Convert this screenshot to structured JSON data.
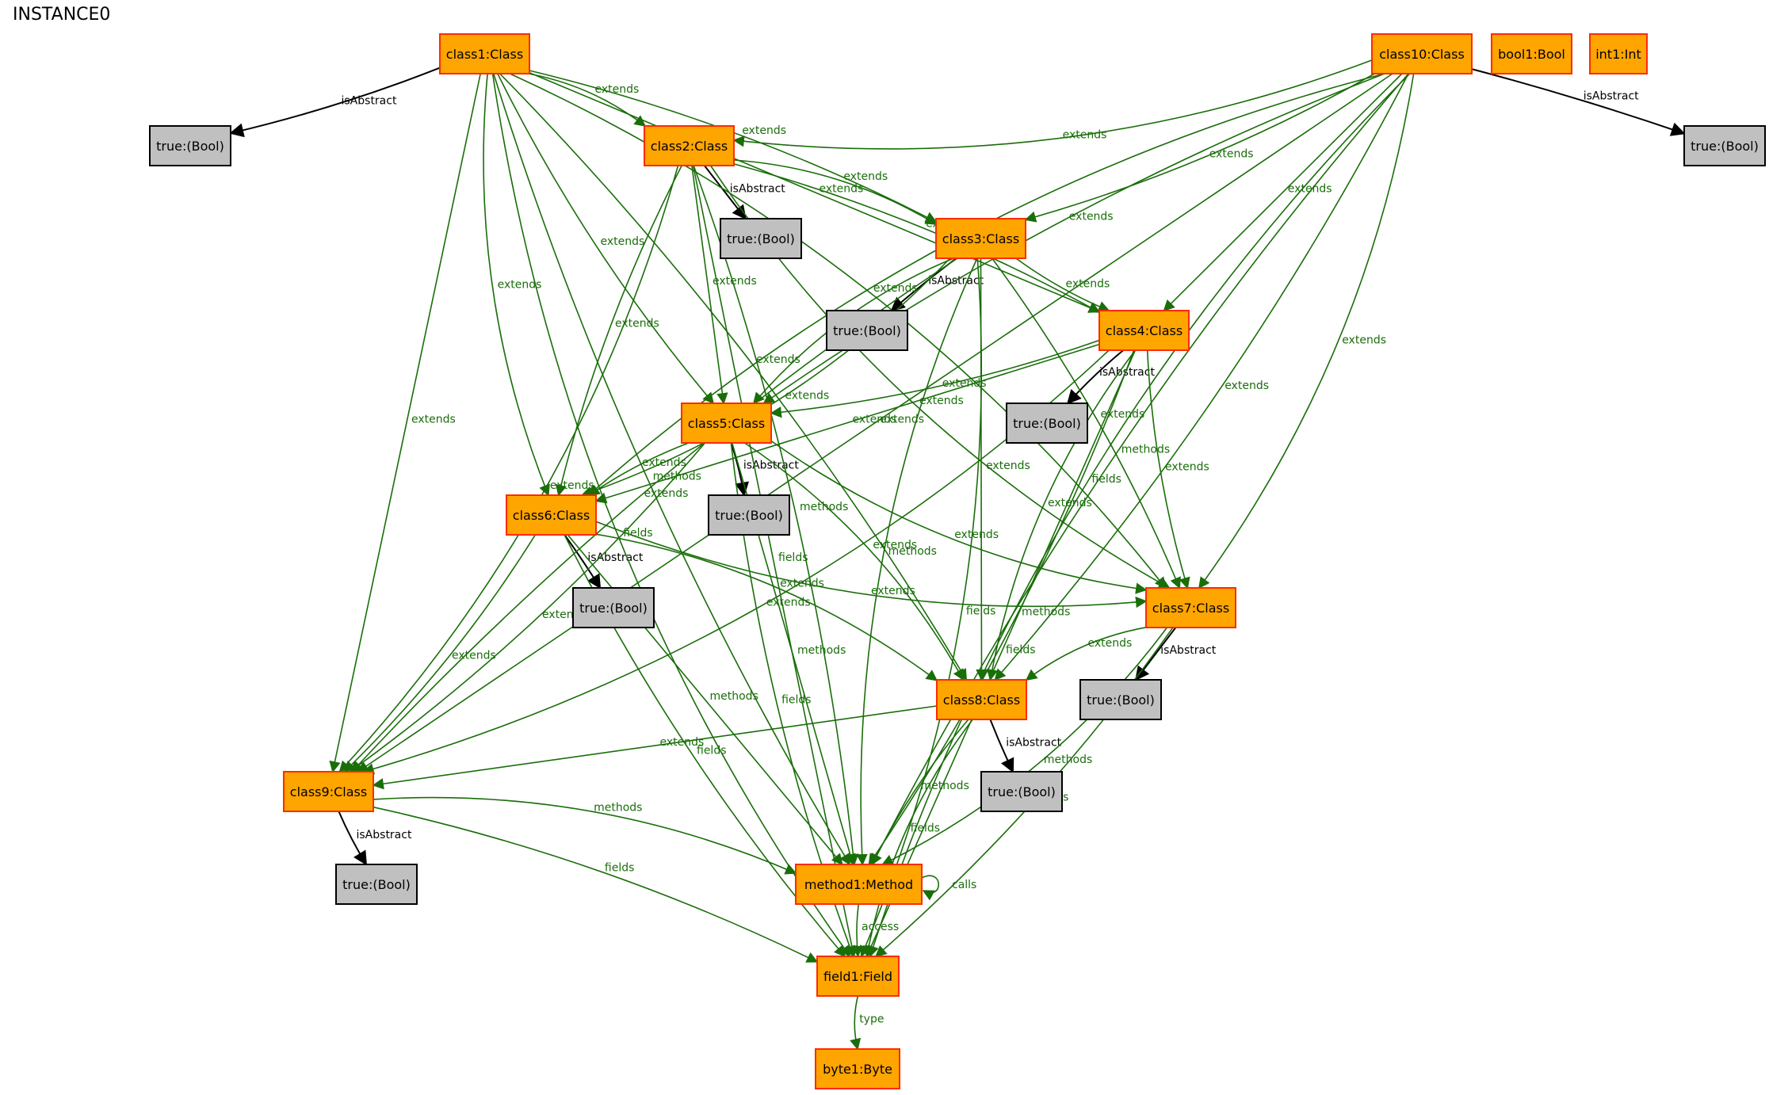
{
  "title": "INSTANCE0",
  "colors": {
    "class_fill": "#FFA500",
    "class_stroke": "#FF2A00",
    "bool_fill": "#C0C0C0",
    "bool_stroke": "#000000",
    "edge_green": "#1A6E0A",
    "edge_black": "#000000"
  },
  "nodes": [
    {
      "id": "class1",
      "label": "class1:Class",
      "kind": "class"
    },
    {
      "id": "class10",
      "label": "class10:Class",
      "kind": "class"
    },
    {
      "id": "bool1",
      "label": "bool1:Bool",
      "kind": "class"
    },
    {
      "id": "int1",
      "label": "int1:Int",
      "kind": "class"
    },
    {
      "id": "t1",
      "label": "true:(Bool)",
      "kind": "bool"
    },
    {
      "id": "t10",
      "label": "true:(Bool)",
      "kind": "bool"
    },
    {
      "id": "class2",
      "label": "class2:Class",
      "kind": "class"
    },
    {
      "id": "t2",
      "label": "true:(Bool)",
      "kind": "bool"
    },
    {
      "id": "class3",
      "label": "class3:Class",
      "kind": "class"
    },
    {
      "id": "t3",
      "label": "true:(Bool)",
      "kind": "bool"
    },
    {
      "id": "class4",
      "label": "class4:Class",
      "kind": "class"
    },
    {
      "id": "t4",
      "label": "true:(Bool)",
      "kind": "bool"
    },
    {
      "id": "class5",
      "label": "class5:Class",
      "kind": "class"
    },
    {
      "id": "t5",
      "label": "true:(Bool)",
      "kind": "bool"
    },
    {
      "id": "class6",
      "label": "class6:Class",
      "kind": "class"
    },
    {
      "id": "t6",
      "label": "true:(Bool)",
      "kind": "bool"
    },
    {
      "id": "class7",
      "label": "class7:Class",
      "kind": "class"
    },
    {
      "id": "t7",
      "label": "true:(Bool)",
      "kind": "bool"
    },
    {
      "id": "class8",
      "label": "class8:Class",
      "kind": "class"
    },
    {
      "id": "t8",
      "label": "true:(Bool)",
      "kind": "bool"
    },
    {
      "id": "class9",
      "label": "class9:Class",
      "kind": "class"
    },
    {
      "id": "t9",
      "label": "true:(Bool)",
      "kind": "bool"
    },
    {
      "id": "method1",
      "label": "method1:Method",
      "kind": "class"
    },
    {
      "id": "field1",
      "label": "field1:Field",
      "kind": "class"
    },
    {
      "id": "byte1",
      "label": "byte1:Byte",
      "kind": "class"
    }
  ],
  "edges": [
    {
      "from": "class1",
      "to": "t1",
      "label": "isAbstract",
      "color": "black"
    },
    {
      "from": "class10",
      "to": "t10",
      "label": "isAbstract",
      "color": "black"
    },
    {
      "from": "class2",
      "to": "t2",
      "label": "isAbstract",
      "color": "black"
    },
    {
      "from": "class3",
      "to": "t3",
      "label": "isAbstract",
      "color": "black"
    },
    {
      "from": "class4",
      "to": "t4",
      "label": "isAbstract",
      "color": "black"
    },
    {
      "from": "class5",
      "to": "t5",
      "label": "isAbstract",
      "color": "black"
    },
    {
      "from": "class6",
      "to": "t6",
      "label": "isAbstract",
      "color": "black"
    },
    {
      "from": "class7",
      "to": "t7",
      "label": "isAbstract",
      "color": "black"
    },
    {
      "from": "class8",
      "to": "t8",
      "label": "isAbstract",
      "color": "black"
    },
    {
      "from": "class9",
      "to": "t9",
      "label": "isAbstract",
      "color": "black"
    },
    {
      "from": "class1",
      "to": "class2",
      "label": "extends",
      "color": "green"
    },
    {
      "from": "class1",
      "to": "class3",
      "label": "extends",
      "color": "green"
    },
    {
      "from": "class1",
      "to": "class4",
      "label": "extends",
      "color": "green"
    },
    {
      "from": "class1",
      "to": "class5",
      "label": "extends",
      "color": "green"
    },
    {
      "from": "class1",
      "to": "class6",
      "label": "extends",
      "color": "green"
    },
    {
      "from": "class1",
      "to": "class7",
      "label": "extends",
      "color": "green"
    },
    {
      "from": "class1",
      "to": "class8",
      "label": "extends",
      "color": "green"
    },
    {
      "from": "class1",
      "to": "class9",
      "label": "extends",
      "color": "green"
    },
    {
      "from": "class1",
      "to": "method1",
      "label": "methods",
      "color": "green"
    },
    {
      "from": "class1",
      "to": "field1",
      "label": "fields",
      "color": "green"
    },
    {
      "from": "class10",
      "to": "class2",
      "label": "extends",
      "color": "green"
    },
    {
      "from": "class10",
      "to": "class3",
      "label": "extends",
      "color": "green"
    },
    {
      "from": "class10",
      "to": "class4",
      "label": "extends",
      "color": "green"
    },
    {
      "from": "class10",
      "to": "class5",
      "label": "extends",
      "color": "green"
    },
    {
      "from": "class10",
      "to": "class6",
      "label": "extends",
      "color": "green"
    },
    {
      "from": "class10",
      "to": "class7",
      "label": "extends",
      "color": "green"
    },
    {
      "from": "class10",
      "to": "class8",
      "label": "extends",
      "color": "green"
    },
    {
      "from": "class10",
      "to": "class9",
      "label": "extends",
      "color": "green"
    },
    {
      "from": "class10",
      "to": "method1",
      "label": "methods",
      "color": "green"
    },
    {
      "from": "class10",
      "to": "field1",
      "label": "fields",
      "color": "green"
    },
    {
      "from": "class2",
      "to": "class3",
      "label": "extends",
      "color": "green"
    },
    {
      "from": "class2",
      "to": "class4",
      "label": "extends",
      "color": "green"
    },
    {
      "from": "class2",
      "to": "class5",
      "label": "extends",
      "color": "green"
    },
    {
      "from": "class2",
      "to": "class6",
      "label": "extends",
      "color": "green"
    },
    {
      "from": "class2",
      "to": "class7",
      "label": "extends",
      "color": "green"
    },
    {
      "from": "class2",
      "to": "class9",
      "label": "extends",
      "color": "green"
    },
    {
      "from": "class2",
      "to": "method1",
      "label": "methods",
      "color": "green"
    },
    {
      "from": "class2",
      "to": "field1",
      "label": "fields",
      "color": "green"
    },
    {
      "from": "class3",
      "to": "class4",
      "label": "extends",
      "color": "green"
    },
    {
      "from": "class3",
      "to": "class5",
      "label": "extends",
      "color": "green"
    },
    {
      "from": "class3",
      "to": "class6",
      "label": "extends",
      "color": "green"
    },
    {
      "from": "class3",
      "to": "class7",
      "label": "extends",
      "color": "green"
    },
    {
      "from": "class3",
      "to": "class8",
      "label": "extends",
      "color": "green"
    },
    {
      "from": "class3",
      "to": "class9",
      "label": "extends",
      "color": "green"
    },
    {
      "from": "class3",
      "to": "method1",
      "label": "methods",
      "color": "green"
    },
    {
      "from": "class3",
      "to": "field1",
      "label": "fields",
      "color": "green"
    },
    {
      "from": "class4",
      "to": "class5",
      "label": "extends",
      "color": "green"
    },
    {
      "from": "class4",
      "to": "class6",
      "label": "extends",
      "color": "green"
    },
    {
      "from": "class4",
      "to": "class7",
      "label": "extends",
      "color": "green"
    },
    {
      "from": "class4",
      "to": "class8",
      "label": "extends",
      "color": "green"
    },
    {
      "from": "class4",
      "to": "class9",
      "label": "extends",
      "color": "green"
    },
    {
      "from": "class4",
      "to": "method1",
      "label": "methods",
      "color": "green"
    },
    {
      "from": "class4",
      "to": "field1",
      "label": "fields",
      "color": "green"
    },
    {
      "from": "class5",
      "to": "class6",
      "label": "extends",
      "color": "green"
    },
    {
      "from": "class5",
      "to": "class7",
      "label": "extends",
      "color": "green"
    },
    {
      "from": "class5",
      "to": "class8",
      "label": "extends",
      "color": "green"
    },
    {
      "from": "class5",
      "to": "class9",
      "label": "extends",
      "color": "green"
    },
    {
      "from": "class5",
      "to": "method1",
      "label": "methods",
      "color": "green"
    },
    {
      "from": "class5",
      "to": "field1",
      "label": "fields",
      "color": "green"
    },
    {
      "from": "class6",
      "to": "class7",
      "label": "extends",
      "color": "green"
    },
    {
      "from": "class6",
      "to": "class8",
      "label": "extends",
      "color": "green"
    },
    {
      "from": "class6",
      "to": "class9",
      "label": "extends",
      "color": "green"
    },
    {
      "from": "class6",
      "to": "method1",
      "label": "methods",
      "color": "green"
    },
    {
      "from": "class6",
      "to": "field1",
      "label": "fields",
      "color": "green"
    },
    {
      "from": "class7",
      "to": "class8",
      "label": "extends",
      "color": "green"
    },
    {
      "from": "class7",
      "to": "method1",
      "label": "methods",
      "color": "green"
    },
    {
      "from": "class7",
      "to": "field1",
      "label": "fields",
      "color": "green"
    },
    {
      "from": "class8",
      "to": "class9",
      "label": "extends",
      "color": "green"
    },
    {
      "from": "class8",
      "to": "method1",
      "label": "methods",
      "color": "green"
    },
    {
      "from": "class8",
      "to": "field1",
      "label": "fields",
      "color": "green"
    },
    {
      "from": "class9",
      "to": "method1",
      "label": "methods",
      "color": "green"
    },
    {
      "from": "class9",
      "to": "field1",
      "label": "fields",
      "color": "green"
    },
    {
      "from": "method1",
      "to": "method1",
      "label": "calls",
      "color": "green"
    },
    {
      "from": "method1",
      "to": "field1",
      "label": "access",
      "color": "green"
    },
    {
      "from": "field1",
      "to": "byte1",
      "label": "type",
      "color": "green"
    }
  ]
}
